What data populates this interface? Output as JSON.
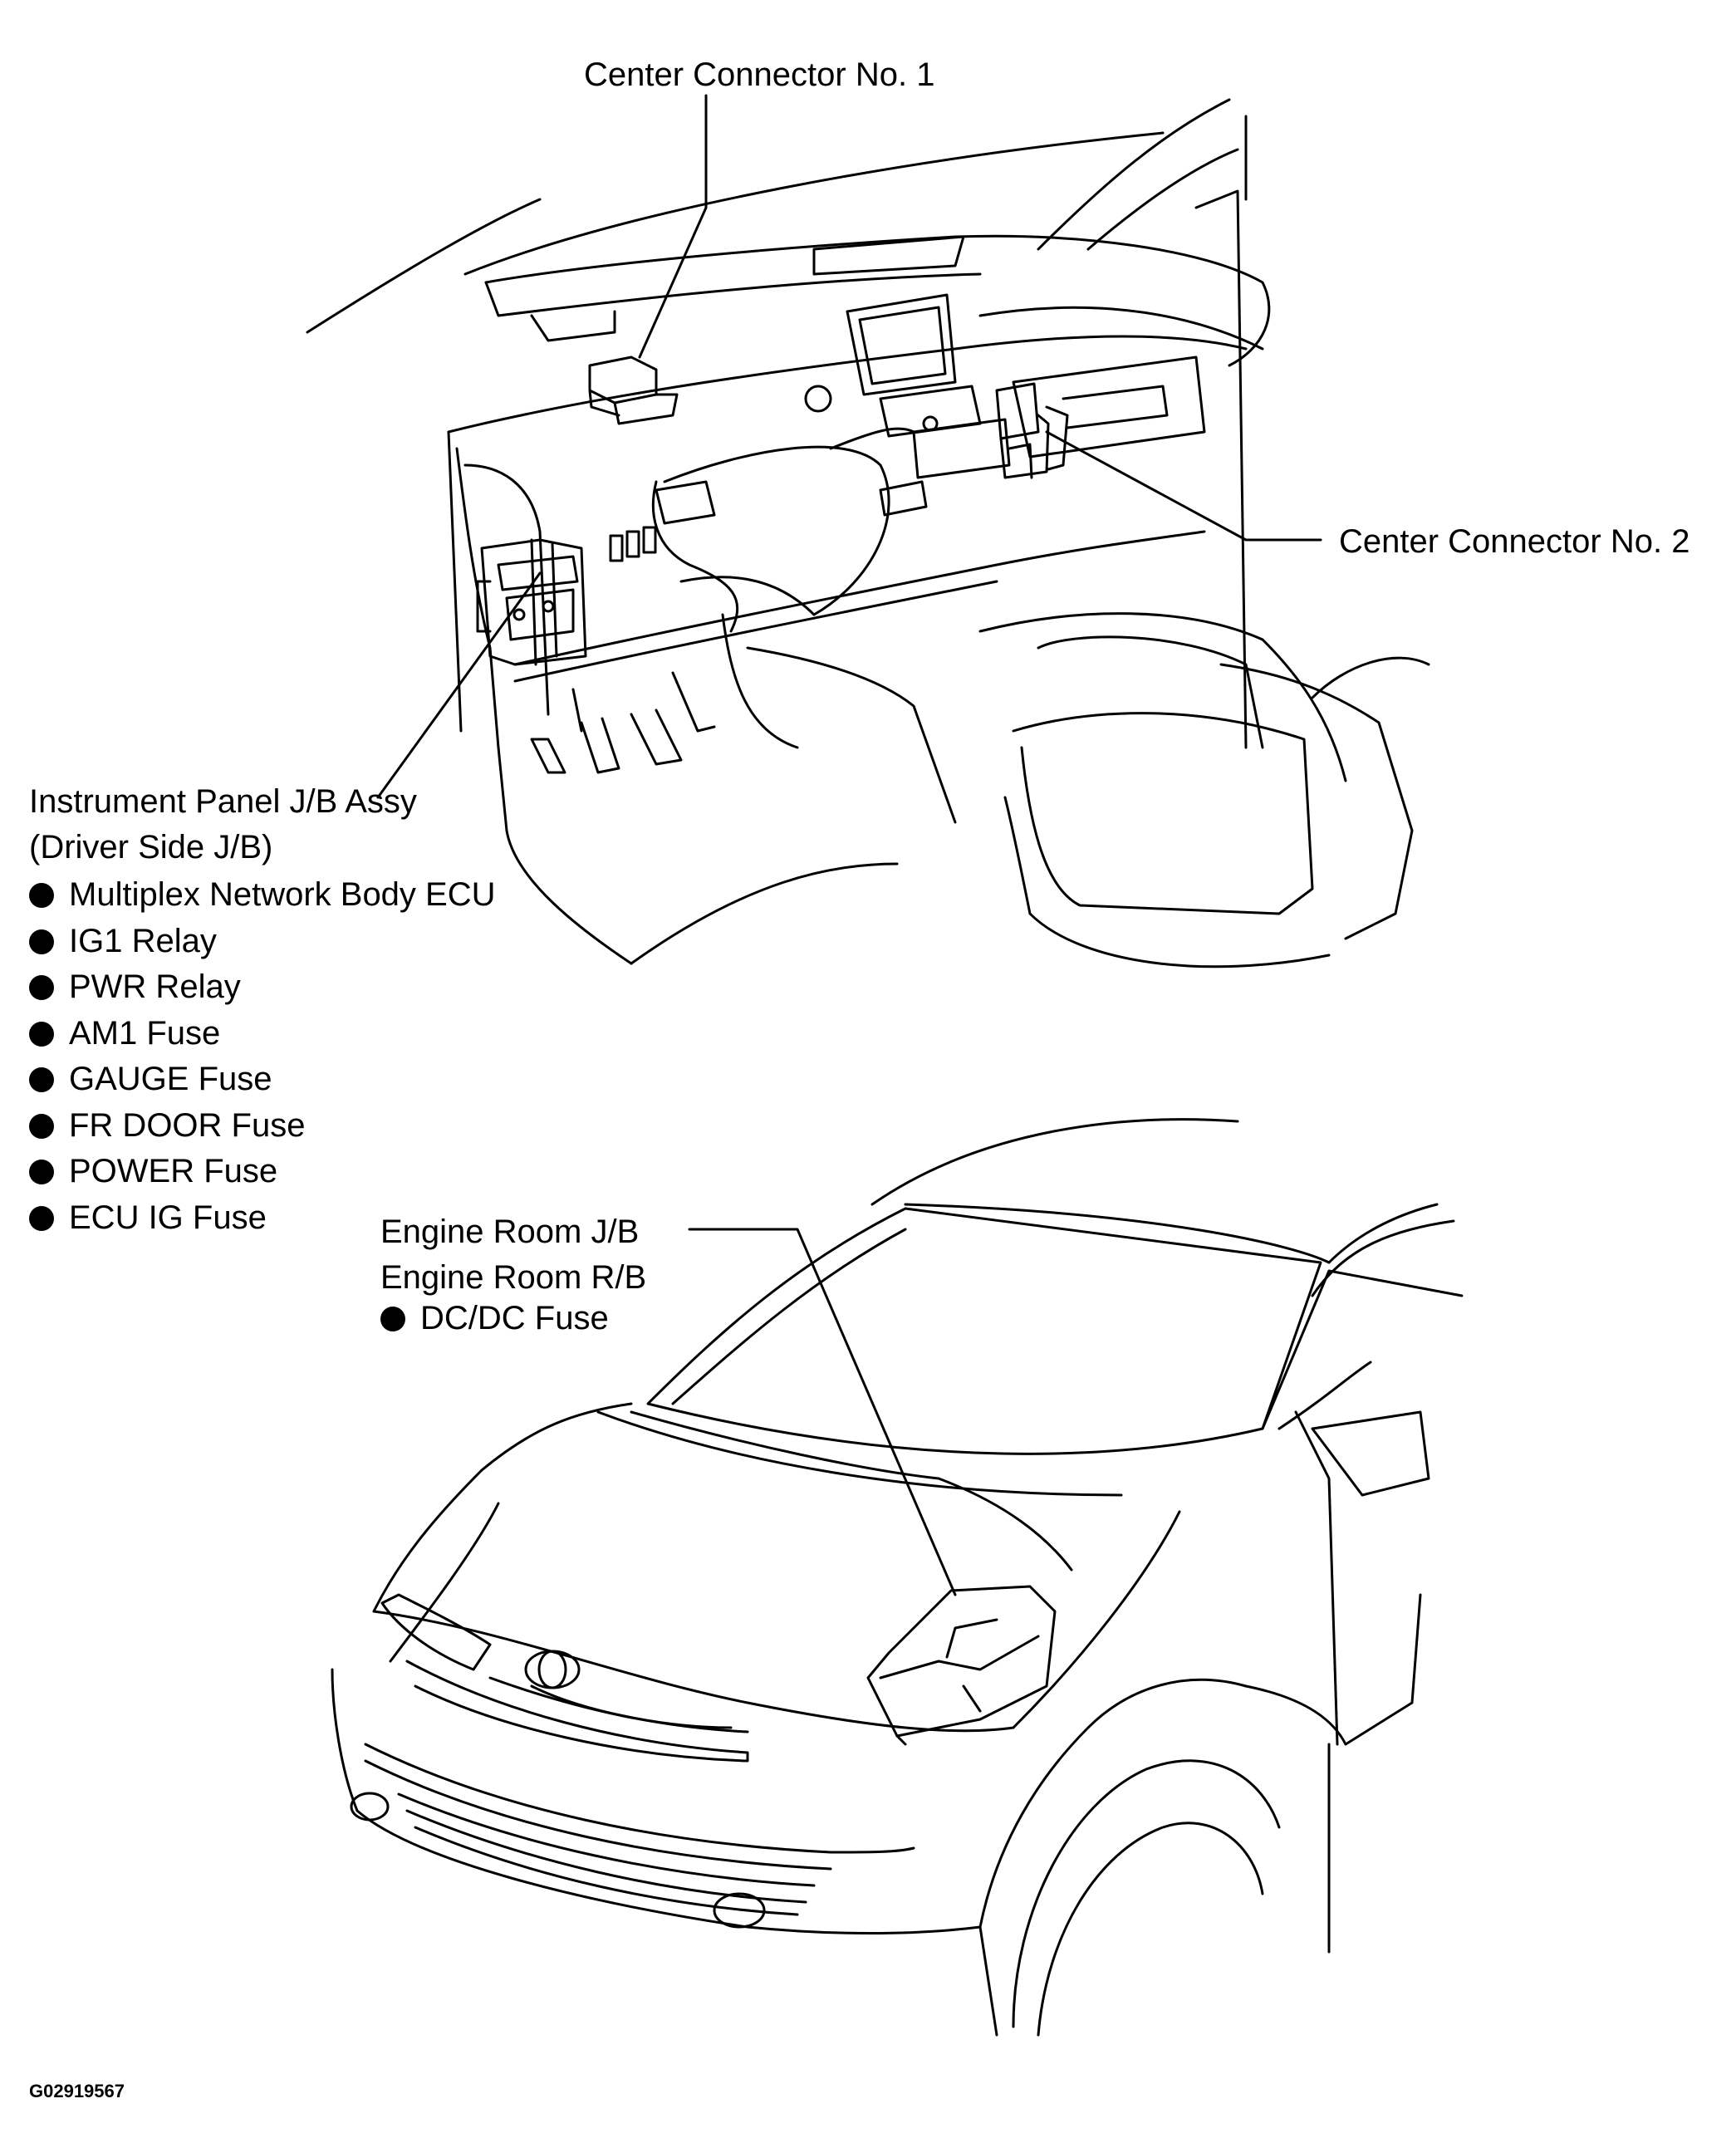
{
  "labels": {
    "center_connector_1": "Center Connector No. 1",
    "center_connector_2": "Center Connector No. 2",
    "instrument_panel_jb": "Instrument Panel J/B Assy",
    "driver_side_jb": "(Driver Side J/B)",
    "engine_room_jb": "Engine Room J/B",
    "engine_room_rb": "Engine Room R/B"
  },
  "instrument_panel_items": [
    "Multiplex Network Body ECU",
    "IG1 Relay",
    "PWR Relay",
    "AM1 Fuse",
    "GAUGE Fuse",
    "FR DOOR Fuse",
    "POWER Fuse",
    "ECU IG Fuse"
  ],
  "engine_room_items": [
    "DC/DC Fuse"
  ],
  "figure_code": "G02919567"
}
